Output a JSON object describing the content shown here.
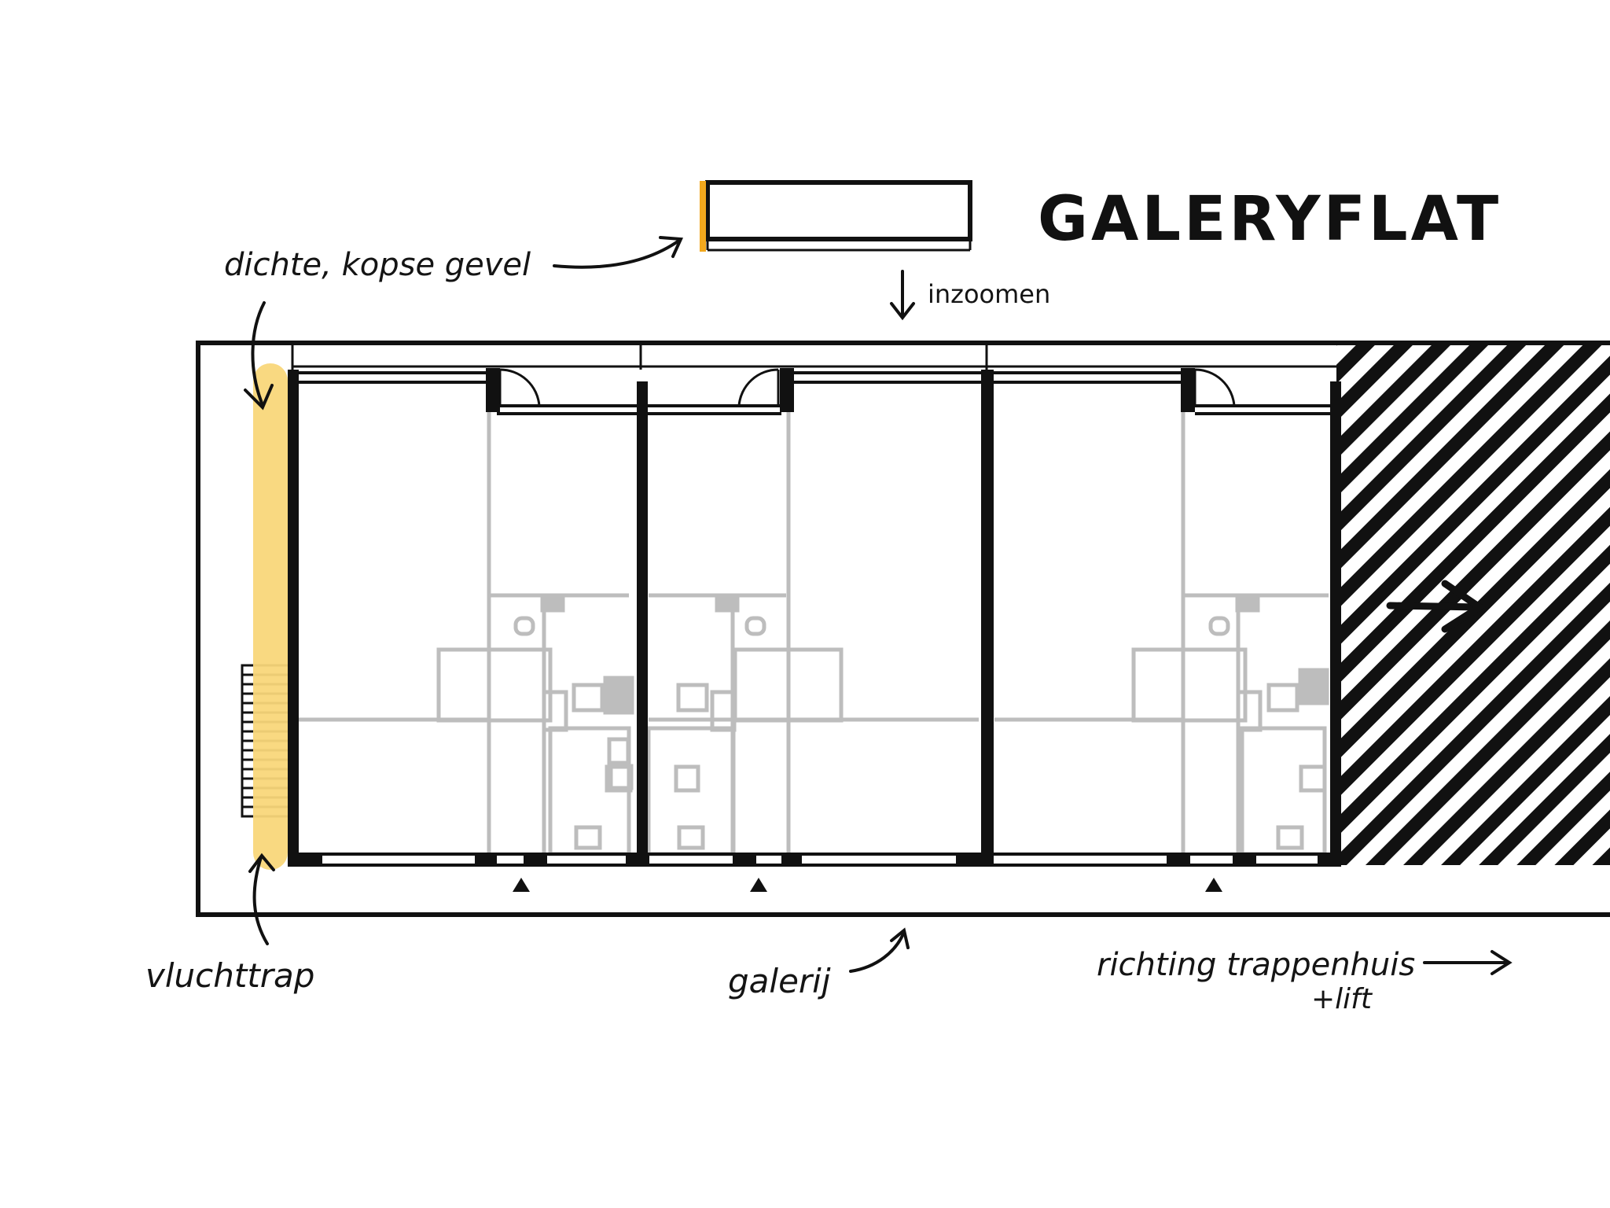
{
  "title": "GALERYFLAT",
  "labels": {
    "gable": "dichte, kopse gevel",
    "zoom": "inzoomen",
    "escape_stair": "vluchttrap",
    "gallery": "galerij",
    "direction_line1": "richting trappenhuis",
    "direction_line2": "+lift"
  },
  "colors": {
    "highlight": "#F9D77A",
    "highlight_edge": "#F2A81D",
    "ink": "#111111",
    "interior": "#BDBDBD"
  }
}
